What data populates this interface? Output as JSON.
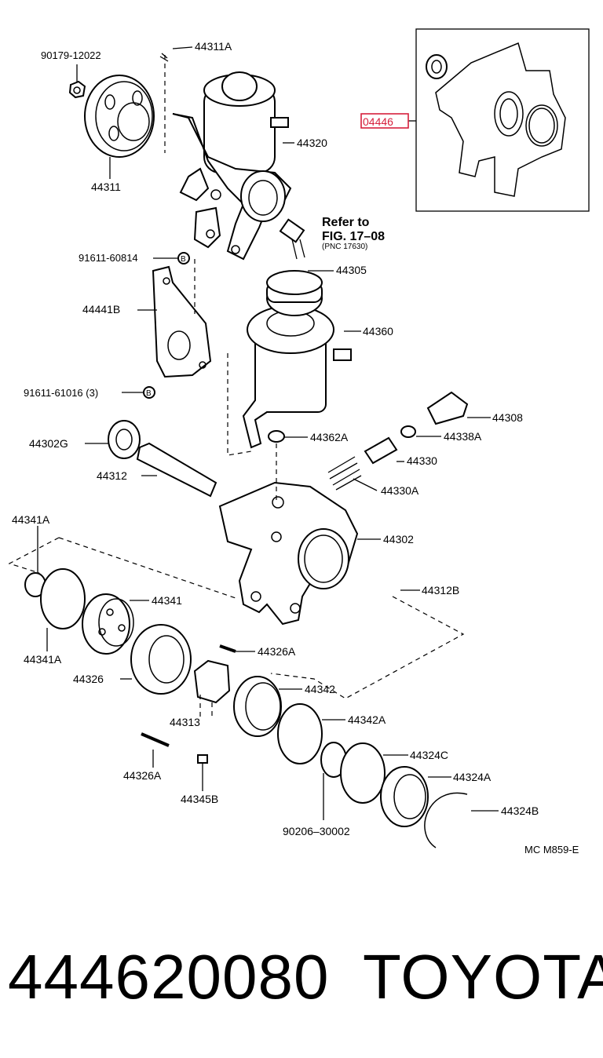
{
  "figure_code": "MC M859-E",
  "highlighted_code": "04446",
  "refer_note": {
    "line1": "Refer to",
    "line2": "FIG. 17–08",
    "line3": "(PNC 17630)"
  },
  "labels": {
    "p90179": "90179-12022",
    "p44311A": "44311A",
    "p44311": "44311",
    "p44320": "44320",
    "p91611_60814": "91611-60814",
    "p44441B": "44441B",
    "p91611_61016": "91611-61016 (3)",
    "p44305": "44305",
    "p44360": "44360",
    "p44308": "44308",
    "p44338A": "44338A",
    "p44302G": "44302G",
    "p44362A": "44362A",
    "p44330": "44330",
    "p44312": "44312",
    "p44330A": "44330A",
    "p44341A_top": "44341A",
    "p44302": "44302",
    "p44341": "44341",
    "p44312B": "44312B",
    "p44341A_bot": "44341A",
    "p44326A_top": "44326A",
    "p44326": "44326",
    "p44342": "44342",
    "p44313": "44313",
    "p44342A": "44342A",
    "p44324C": "44324C",
    "p44326A_bot": "44326A",
    "p44324A": "44324A",
    "p44345B": "44345B",
    "p44324B": "44324B",
    "p90206": "90206–30002",
    "bolt_mark": "B"
  },
  "caption": {
    "part_number": "444620080",
    "brand": "TOYOTA"
  }
}
